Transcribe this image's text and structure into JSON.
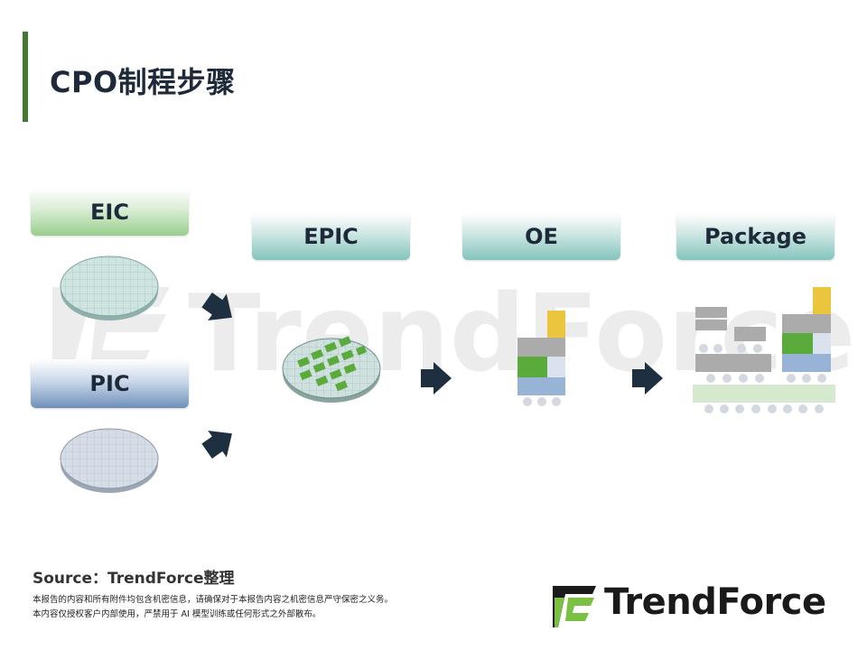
{
  "title": "CPO制程步骤",
  "watermark_text": "TrendForce",
  "stages": {
    "eic": "EIC",
    "pic": "PIC",
    "epic": "EPIC",
    "oe": "OE",
    "package": "Package"
  },
  "source": "Source：TrendForce整理",
  "disclaimer": [
    "本报告的内容和所有附件均包含机密信息，请确保对于本报告内容之机密信息严守保密之义务。",
    "本内容仅授权客户内部使用，严禁用于 AI 模型训练或任何形式之外部散布。"
  ],
  "logo_text": "TrendForce",
  "colors": {
    "accent": "#3f7a2e",
    "chip_green": "#5aab3c",
    "chip_yellow": "#ecc53f",
    "chip_grey": "#ababab",
    "chip_blue": "#97b3d6",
    "arrow": "#1e2f3f",
    "logo_green": "#7ac143"
  }
}
